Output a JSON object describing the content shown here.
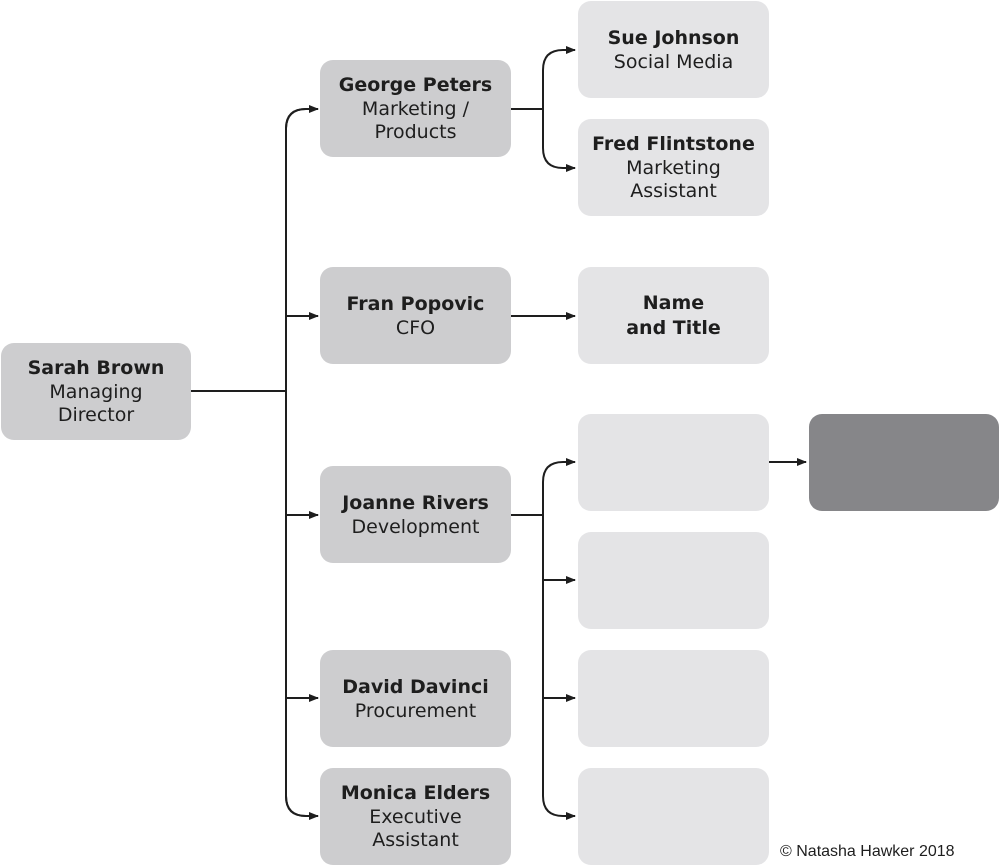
{
  "root": {
    "name": "Sarah Brown",
    "title": "Managing Director"
  },
  "managers": [
    {
      "name": "George Peters",
      "title": "Marketing / Products"
    },
    {
      "name": "Fran Popovic",
      "title": "CFO"
    },
    {
      "name": "Joanne Rivers",
      "title": "Development"
    },
    {
      "name": "David Davinci",
      "title": "Procurement"
    },
    {
      "name": "Monica Elders",
      "title": "Executive Assistant"
    }
  ],
  "staff": [
    {
      "name": "Sue Johnson",
      "title": "Social Media"
    },
    {
      "name": "Fred Flintstone",
      "title": "Marketing Assistant"
    },
    {
      "name": "Name and Title",
      "title": ""
    },
    {
      "name": "",
      "title": ""
    },
    {
      "name": "",
      "title": ""
    },
    {
      "name": "",
      "title": ""
    },
    {
      "name": "",
      "title": ""
    }
  ],
  "extra_box": {
    "name": "",
    "title": ""
  },
  "colors": {
    "level1": "#cdcdcf",
    "level2": "#cdcdcf",
    "level3": "#e4e4e6",
    "highlight": "#868689",
    "line": "#1e1e1e"
  },
  "copyright": "© Natasha Hawker 2018"
}
